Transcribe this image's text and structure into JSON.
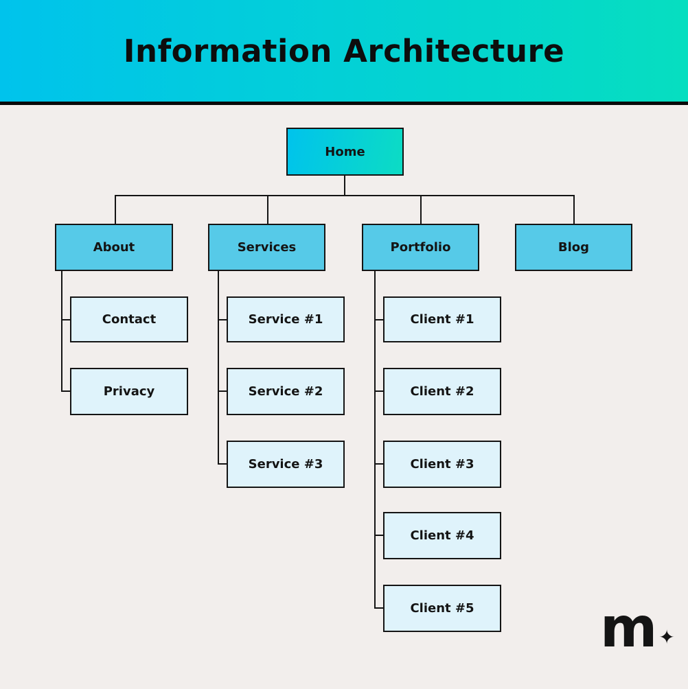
{
  "header": {
    "title": "Information Architecture"
  },
  "tree": {
    "root": {
      "label": "Home"
    },
    "sections": [
      {
        "label": "About",
        "children": [
          {
            "label": "Contact"
          },
          {
            "label": "Privacy"
          }
        ]
      },
      {
        "label": "Services",
        "children": [
          {
            "label": "Service #1"
          },
          {
            "label": "Service #2"
          },
          {
            "label": "Service #3"
          }
        ]
      },
      {
        "label": "Portfolio",
        "children": [
          {
            "label": "Client #1"
          },
          {
            "label": "Client #2"
          },
          {
            "label": "Client #3"
          },
          {
            "label": "Client #4"
          },
          {
            "label": "Client #5"
          }
        ]
      },
      {
        "label": "Blog",
        "children": []
      }
    ]
  },
  "logo": {
    "letter": "m",
    "star": "✦"
  },
  "colors": {
    "header_gradient_start": "#00c3ec",
    "header_gradient_end": "#06dec0",
    "root_gradient_start": "#00c3ec",
    "root_gradient_end": "#0cdcc4",
    "level2_fill": "#56cae8",
    "level3_fill": "#dff3fb",
    "background": "#f2eeec",
    "line": "#141414"
  }
}
